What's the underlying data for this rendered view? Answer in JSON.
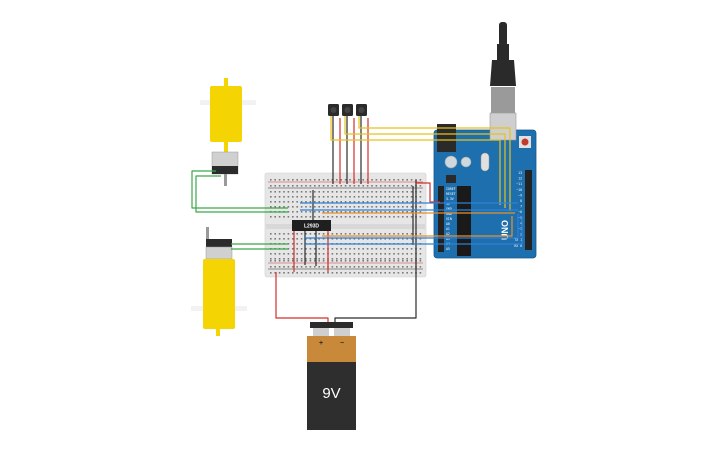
{
  "driver_ic": {
    "label": "L293D"
  },
  "battery": {
    "voltage_label": "9V",
    "positive_symbol": "+",
    "negative_symbol": "−"
  },
  "arduino": {
    "board_label": "UNO",
    "digital_pins": [
      "13",
      "12",
      "~11",
      "~10",
      "~9",
      "8",
      "7",
      "~6",
      "~5",
      "4",
      "~3",
      "2",
      "TX 1",
      "RX 0"
    ],
    "power_pins": [
      "IOREF",
      "RESET",
      "3.3V",
      "5V",
      "GND",
      "GND",
      "VIN"
    ],
    "analog_pins": [
      "A0",
      "A1",
      "A2",
      "A3",
      "A4",
      "A5"
    ],
    "colors": {
      "board": "#1e6fae",
      "header": "#222222"
    }
  },
  "wire_colors": {
    "red": "#d32f2f",
    "black": "#2b2b2b",
    "yellow": "#e8c21a",
    "blue": "#2f7fd6",
    "green": "#3aa64a",
    "orange": "#e8912a"
  },
  "motor_color": "#f4d403"
}
